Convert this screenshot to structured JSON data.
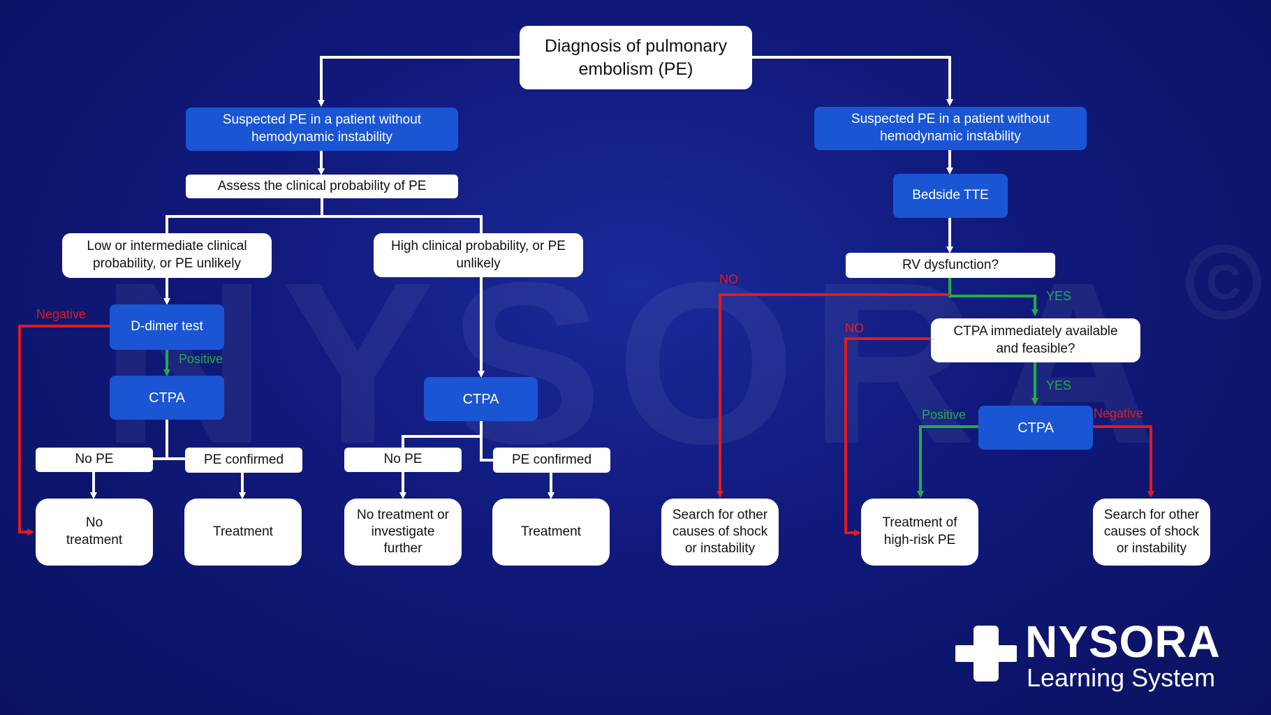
{
  "colors": {
    "node_blue": "#1a55d4",
    "yes_green": "#1fae48",
    "no_red": "#e21b1b",
    "background": "#10197a"
  },
  "root": "Diagnosis of pulmonary embolism (PE)",
  "left": {
    "suspected": "Suspected PE in a patient without hemodynamic instability",
    "assess": "Assess the clinical probability of PE",
    "low": "Low or intermediate clinical probability, or PE unlikely",
    "high": "High clinical probability, or PE unlikely",
    "ddimer": "D-dimer test",
    "ctpa_a": "CTPA",
    "ctpa_b": "CTPA",
    "nope_a": "No PE",
    "confirmed_a": "PE confirmed",
    "nope_b": "No PE",
    "confirmed_b": "PE confirmed",
    "no_treatment": "No treatment",
    "treatment_a": "Treatment",
    "no_treatment_investigate": "No treatment or investigate further",
    "treatment_b": "Treatment",
    "label_negative": "Negative",
    "label_positive": "Positive"
  },
  "right": {
    "suspected": "Suspected PE in a patient without hemodynamic instability",
    "tte": "Bedside TTE",
    "rv": "RV dysfunction?",
    "ctpa_avail": "CTPA immediately available and feasible?",
    "ctpa": "CTPA",
    "search_a": "Search for other causes of shock or instability",
    "treatment_high": "Treatment of high-risk PE",
    "search_b": "Search for other causes of shock or instability",
    "label_no_1": "NO",
    "label_yes_1": "YES",
    "label_no_2": "NO",
    "label_yes_2": "YES",
    "label_positive": "Positive",
    "label_negative": "Negative"
  },
  "watermark": "NYSORA",
  "logo": {
    "brand": "NYSORA",
    "sub": "Learning System",
    "icon": "plus-cross-icon"
  }
}
